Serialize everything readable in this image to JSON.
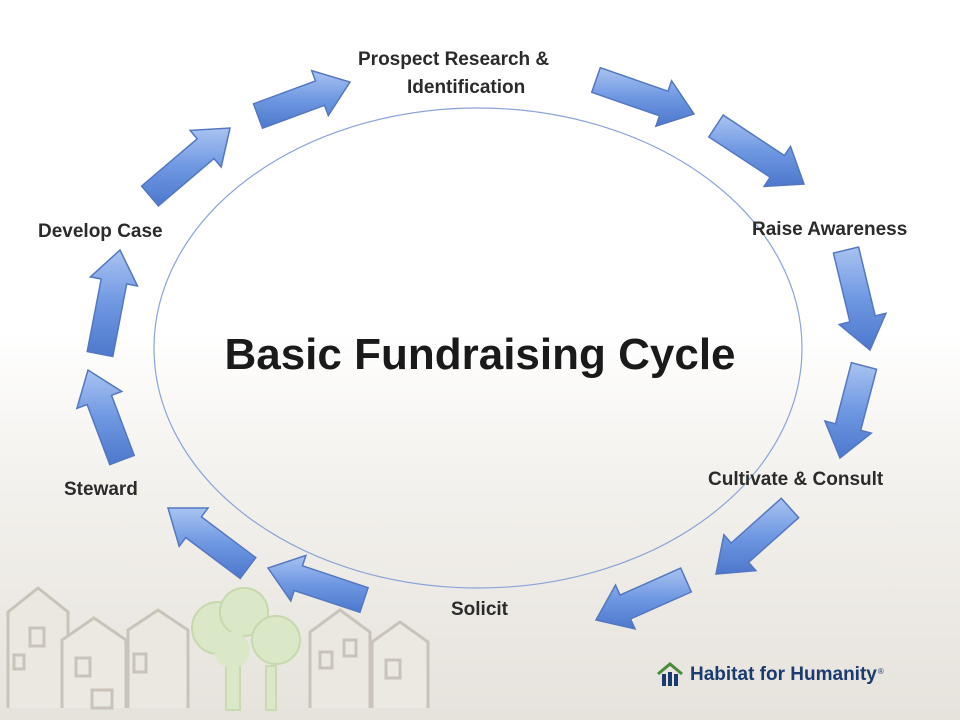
{
  "title": "Basic Fundraising Cycle",
  "stages": [
    {
      "line1": "Prospect Research &",
      "line2": "Identification"
    },
    {
      "line1": "Raise Awareness"
    },
    {
      "line1": "Cultivate & Consult"
    },
    {
      "line1": "Solicit"
    },
    {
      "line1": "Steward"
    },
    {
      "line1": "Develop Case"
    }
  ],
  "logo": {
    "text": "Habitat for Humanity",
    "mark": "®"
  },
  "colors": {
    "arrow_fill": "#6f98e2",
    "arrow_edge": "#5477c0",
    "ellipse": "#8ba4d8",
    "tree": "#dbe8c8",
    "house": "#c9c3ba",
    "logo": "#1b3b6f"
  }
}
